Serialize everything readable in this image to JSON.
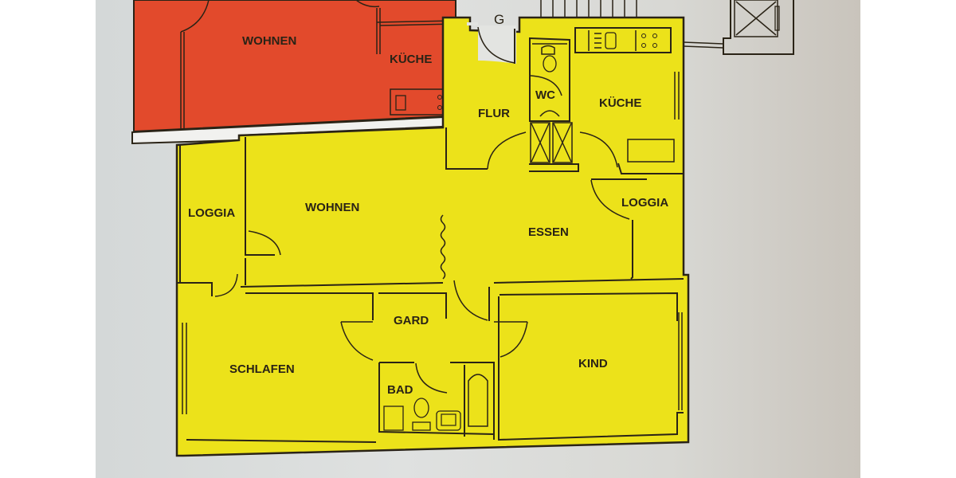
{
  "plan": {
    "colors": {
      "unit_main": "#ece21a",
      "unit_neighbor": "#e24a2c",
      "wall": "#2a2316",
      "paper": "#dcdedd",
      "margin": "#ffffff"
    },
    "neighbor_unit": {
      "rooms": [
        {
          "id": "wohnen",
          "label": "WOHNEN"
        },
        {
          "id": "kueche",
          "label": "KÜCHE"
        }
      ]
    },
    "main_unit": {
      "rooms": [
        {
          "id": "flur",
          "label": "FLUR"
        },
        {
          "id": "wc",
          "label": "WC"
        },
        {
          "id": "kueche",
          "label": "KÜCHE"
        },
        {
          "id": "loggia_west",
          "label": "LOGGIA"
        },
        {
          "id": "wohnen",
          "label": "WOHNEN"
        },
        {
          "id": "essen",
          "label": "ESSEN"
        },
        {
          "id": "loggia_east",
          "label": "LOGGIA"
        },
        {
          "id": "gard",
          "label": "GARD"
        },
        {
          "id": "schlafen",
          "label": "SCHLAFEN"
        },
        {
          "id": "bad",
          "label": "BAD"
        },
        {
          "id": "kind",
          "label": "KIND"
        }
      ]
    },
    "stair_label": "G"
  }
}
